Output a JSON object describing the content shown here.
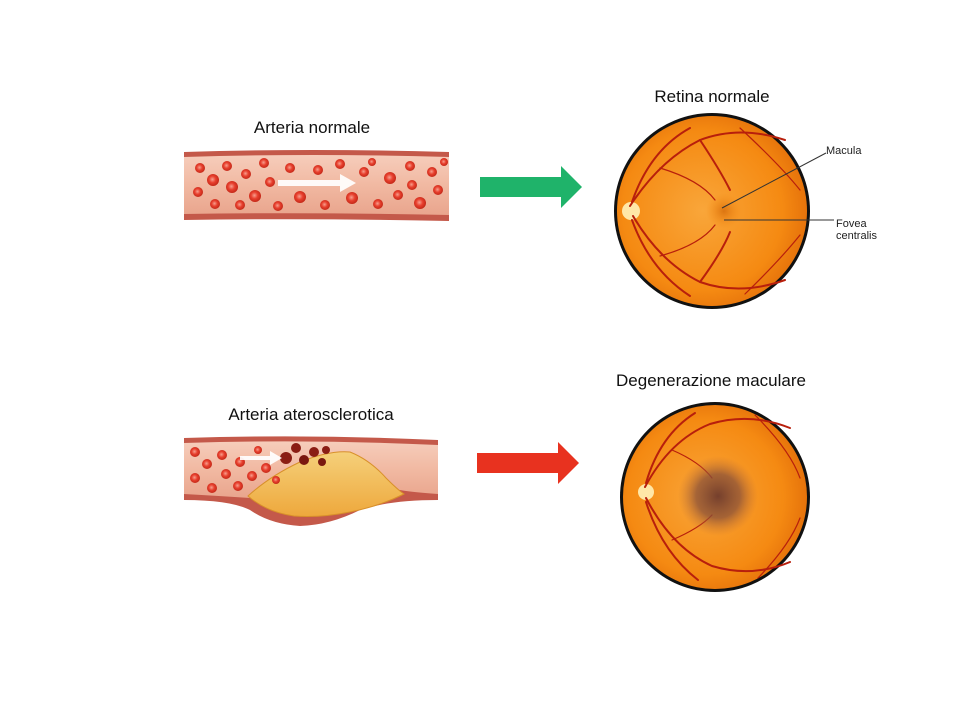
{
  "labels": {
    "normal_artery": "Arteria normale",
    "normal_retina": "Retina normale",
    "atherosclerotic_artery": "Arteria aterosclerotica",
    "macular_degeneration": "Degenerazione maculare",
    "macula": "Macula",
    "fovea_line1": "Fovea",
    "fovea_line2": "centralis"
  },
  "colors": {
    "arrow_normal": "#1fb36a",
    "arrow_disease": "#e8321f",
    "vessel_wall": "#b44a3c",
    "vessel_lumen": "#f3c2ae",
    "blood_cell": "#e53a2a",
    "plaque": "#f2b94a",
    "retina": "#f58a12",
    "retina_vessel": "#b81f0c",
    "optic_disc": "#ffe3a0",
    "degeneration_spot": "#7b4a3a"
  }
}
